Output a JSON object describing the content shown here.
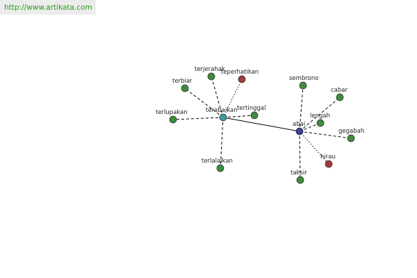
{
  "site": {
    "url_text": "http://www.artikata.com"
  },
  "colors": {
    "primary_hub": "#3f9a9a",
    "secondary_hub": "#3a3f9a",
    "synonym": "#3f8c3f",
    "antonym": "#a33a3a",
    "edge": "#000000"
  },
  "graph": {
    "nodes": [
      {
        "id": "terabaikan",
        "label": "terabaikan",
        "kind": "primary_hub"
      },
      {
        "id": "abai",
        "label": "abai",
        "kind": "secondary_hub"
      },
      {
        "id": "terbiar",
        "label": "terbiar",
        "kind": "synonym"
      },
      {
        "id": "terjerahak",
        "label": "terjerahak",
        "kind": "synonym"
      },
      {
        "id": "terperhatikan",
        "label": "teperhatikan",
        "kind": "antonym"
      },
      {
        "id": "tertinggal",
        "label": "tertinggal",
        "kind": "synonym"
      },
      {
        "id": "terlupakan",
        "label": "terlupakan",
        "kind": "synonym"
      },
      {
        "id": "terlalaikan",
        "label": "terlalaikan",
        "kind": "synonym"
      },
      {
        "id": "sembrono",
        "label": "sembrono",
        "kind": "synonym"
      },
      {
        "id": "cabar",
        "label": "cabar",
        "kind": "synonym"
      },
      {
        "id": "lengah",
        "label": "lengah",
        "kind": "synonym"
      },
      {
        "id": "gegabah",
        "label": "gegabah",
        "kind": "synonym"
      },
      {
        "id": "hirau",
        "label": "hirau",
        "kind": "antonym"
      },
      {
        "id": "taksir",
        "label": "taksir",
        "kind": "synonym"
      }
    ],
    "edges": [
      {
        "from": "terabaikan",
        "to": "abai",
        "style": "solid"
      },
      {
        "from": "terabaikan",
        "to": "terbiar",
        "style": "dashed"
      },
      {
        "from": "terabaikan",
        "to": "terjerahak",
        "style": "dashed"
      },
      {
        "from": "terabaikan",
        "to": "terperhatikan",
        "style": "dotted"
      },
      {
        "from": "terabaikan",
        "to": "tertinggal",
        "style": "dashed"
      },
      {
        "from": "terabaikan",
        "to": "terlupakan",
        "style": "dashed"
      },
      {
        "from": "terabaikan",
        "to": "terlalaikan",
        "style": "dashed"
      },
      {
        "from": "abai",
        "to": "sembrono",
        "style": "dashed"
      },
      {
        "from": "abai",
        "to": "cabar",
        "style": "dashed"
      },
      {
        "from": "abai",
        "to": "lengah",
        "style": "dashed"
      },
      {
        "from": "abai",
        "to": "gegabah",
        "style": "dashed"
      },
      {
        "from": "abai",
        "to": "hirau",
        "style": "dotted"
      },
      {
        "from": "abai",
        "to": "taksir",
        "style": "dashed"
      }
    ]
  }
}
